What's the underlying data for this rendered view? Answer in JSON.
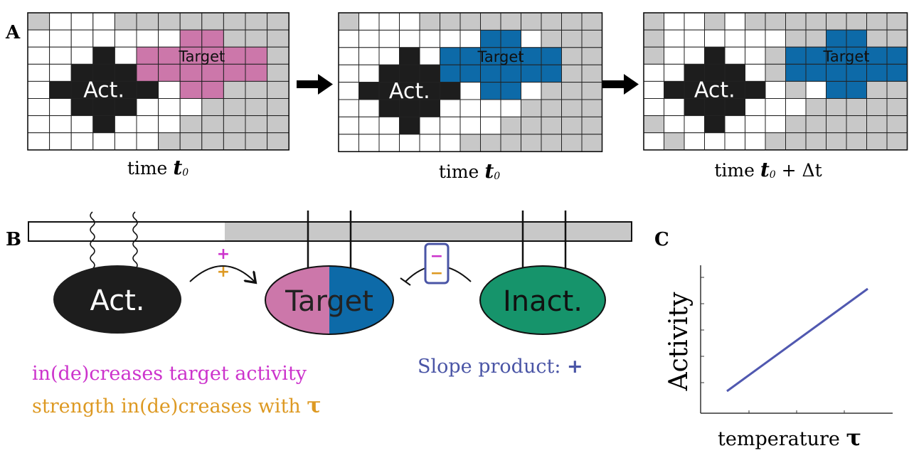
{
  "panel_a": {
    "label": "A",
    "grids": [
      {
        "activator_label": "Act.",
        "target_label": "Target",
        "target_color": "#cc77aa",
        "caption_prefix": "time ",
        "caption_var": "t",
        "caption_sub": "0",
        "caption_suffix": ""
      },
      {
        "activator_label": "Act.",
        "target_label": "Target",
        "target_color": "#0d6aa8",
        "caption_prefix": "time ",
        "caption_var": "t",
        "caption_sub": "0",
        "caption_suffix": ""
      },
      {
        "activator_label": "Act.",
        "target_label": "Target",
        "target_color": "#0d6aa8",
        "caption_prefix": "time ",
        "caption_var": "t",
        "caption_sub": "0",
        "caption_suffix": " + Δt"
      }
    ]
  },
  "panel_b": {
    "label": "B",
    "activator_label": "Act.",
    "target_label": "Target",
    "inactivator_label": "Inact.",
    "plus_sign_magenta": "+",
    "plus_sign_orange": "+",
    "minus_sign_magenta": "−",
    "minus_sign_orange": "−",
    "legend_line1": "in(de)creases target activity",
    "legend_line2_text": "strength in(de)creases with ",
    "legend_line2_symbol": "τ",
    "slope_text": "Slope product: ",
    "slope_sign": "+",
    "colors": {
      "activator": "#1d1d1d",
      "target_left": "#cc77aa",
      "target_right": "#0d6aa8",
      "inactivator": "#16946b",
      "magenta": "#cc33cc",
      "orange": "#dd9922",
      "slate_blue": "#4a55a6",
      "bar_gray": "#c8c8c8"
    }
  },
  "panel_c": {
    "label": "C",
    "ylabel": "Activity",
    "xlabel_text": "temperature ",
    "xlabel_symbol": "τ",
    "line_color": "#5058b0"
  }
}
